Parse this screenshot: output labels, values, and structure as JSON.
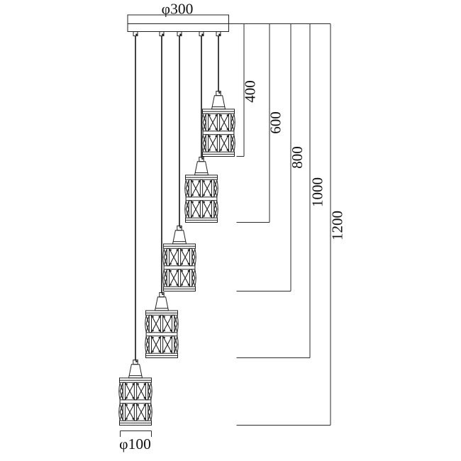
{
  "diagram": {
    "canopy": {
      "diameter_label": "φ300",
      "diameter_mm": 300
    },
    "shade": {
      "diameter_label": "φ100",
      "diameter_mm": 100
    },
    "pendant_count": 5,
    "drops": [
      {
        "label": "400",
        "length_mm": 400
      },
      {
        "label": "600",
        "length_mm": 600
      },
      {
        "label": "800",
        "length_mm": 800
      },
      {
        "label": "1000",
        "length_mm": 1000
      },
      {
        "label": "1200",
        "length_mm": 1200
      }
    ],
    "colors": {
      "line": "#222222",
      "background": "#ffffff"
    }
  }
}
